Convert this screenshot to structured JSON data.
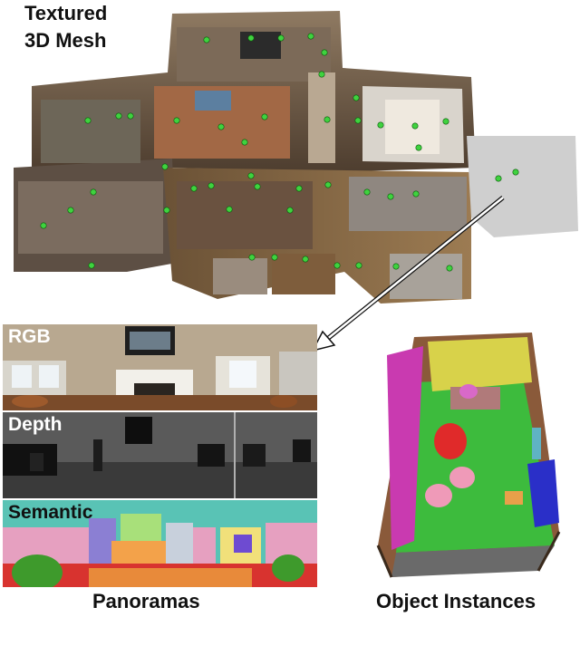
{
  "mesh": {
    "title_line1": "Textured",
    "title_line2": "3D Mesh",
    "point_color": "#3fd23f"
  },
  "panoramas": {
    "rgb_label": "RGB",
    "depth_label": "Depth",
    "semantic_label": "Semantic",
    "caption": "Panoramas"
  },
  "objects": {
    "caption": "Object Instances"
  },
  "colors": {
    "arrow": "#ffffff",
    "arrow_outline": "#111111",
    "label_light": "#ffffff",
    "label_dark": "#111111"
  }
}
